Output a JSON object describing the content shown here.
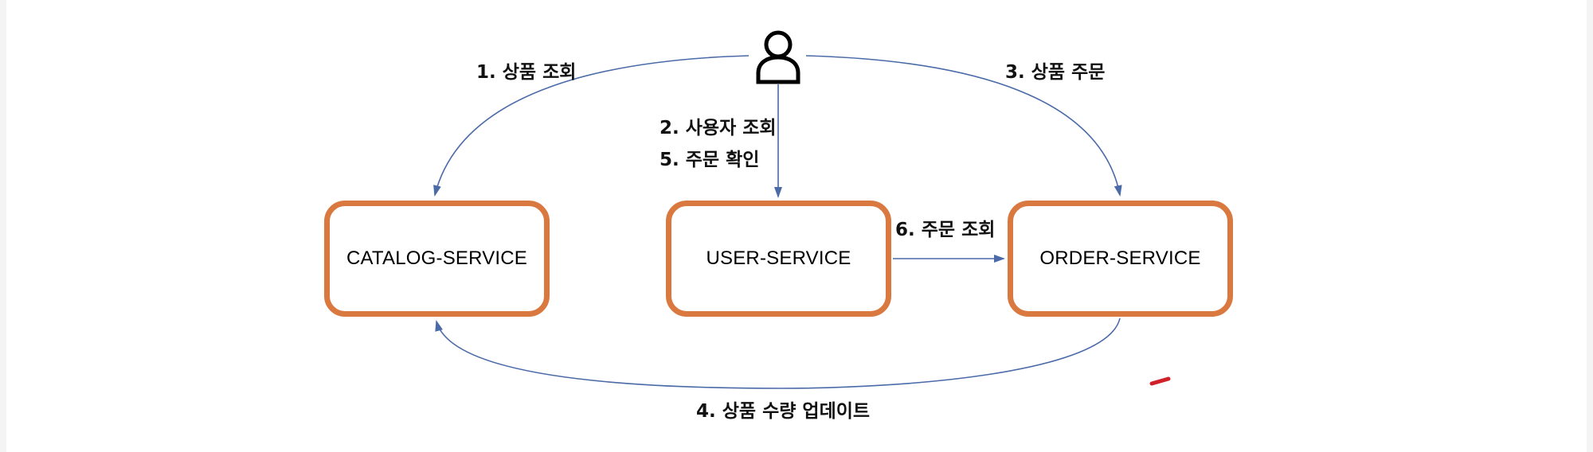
{
  "nodes": {
    "catalog": {
      "label": "CATALOG-SERVICE"
    },
    "user": {
      "label": "USER-SERVICE"
    },
    "order": {
      "label": "ORDER-SERVICE"
    }
  },
  "steps": {
    "step1": "1.   상품 조회",
    "step2": "2. 사용자 조회",
    "step3": "3. 상품 주문",
    "step4": "4. 상품 수량 업데이트",
    "step5": "5. 주문 확인",
    "step6": "6. 주문 조회"
  },
  "icons": {
    "actor": "user-person-icon",
    "annotation": "pencil-icon"
  },
  "colors": {
    "box_border": "#d9783f",
    "arrow": "#4a6aa8",
    "annotation": "#d0202a"
  }
}
